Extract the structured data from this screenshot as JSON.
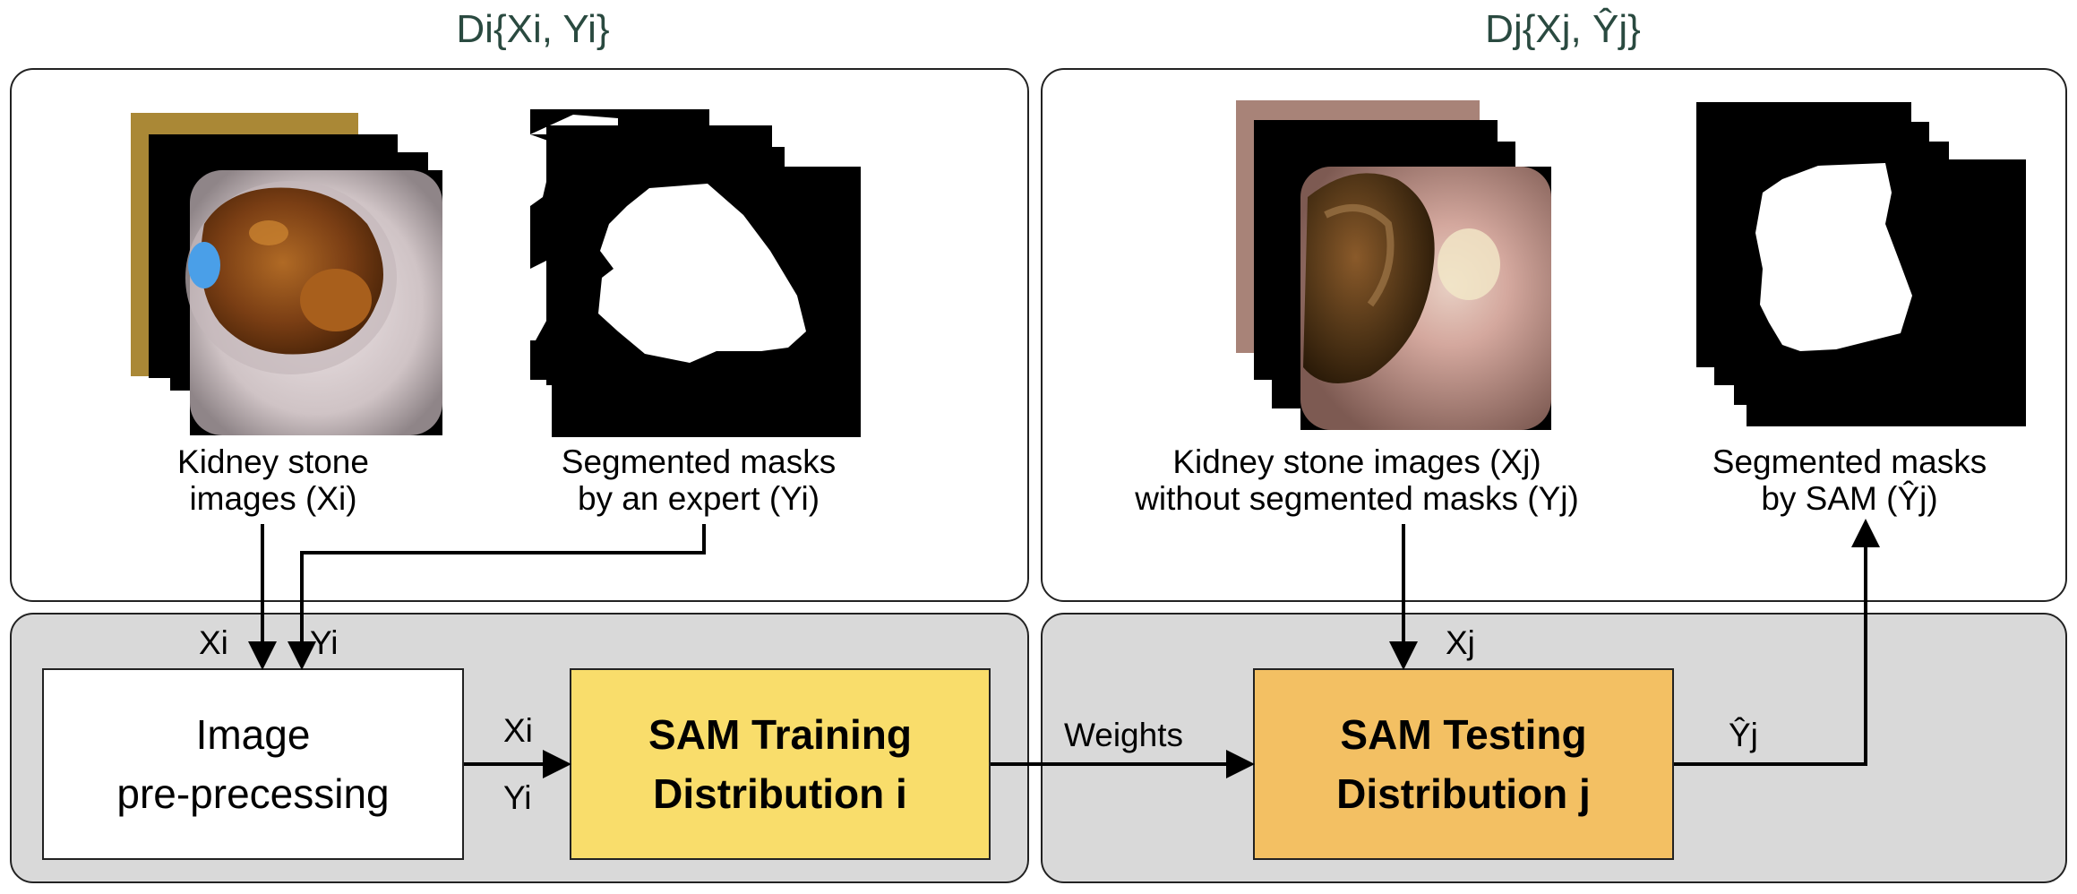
{
  "titles": {
    "left": "Di{Xi, Yi}",
    "right": "Dj{Xj, Ŷj}"
  },
  "top_left": {
    "images_caption_1": "Kidney stone",
    "images_caption_2": "images (Xi)",
    "masks_caption_1": "Segmented masks",
    "masks_caption_2": "by an expert (Yi)"
  },
  "top_right": {
    "images_caption_1": "Kidney stone images (Xj)",
    "images_caption_2": "without segmented masks (Yj)",
    "masks_caption_1": "Segmented masks",
    "masks_caption_2": "by SAM (Ŷj)"
  },
  "boxes": {
    "preprocess_1": "Image",
    "preprocess_2": "pre-precessing",
    "training_1": "SAM Training",
    "training_2": "Distribution i",
    "testing_1": "SAM Testing",
    "testing_2": "Distribution j"
  },
  "labels": {
    "xi_in": "Xi",
    "yi_in": "Yi",
    "xi_mid": "Xi",
    "yi_mid": "Yi",
    "weights": "Weights",
    "xj_in": "Xj",
    "yhat_out": "Ŷj"
  },
  "colors": {
    "title": "#2a4a40",
    "training_fill": "#f9dd6b",
    "testing_fill": "#f3c063",
    "bottom_panel": "#d9d9d9"
  }
}
